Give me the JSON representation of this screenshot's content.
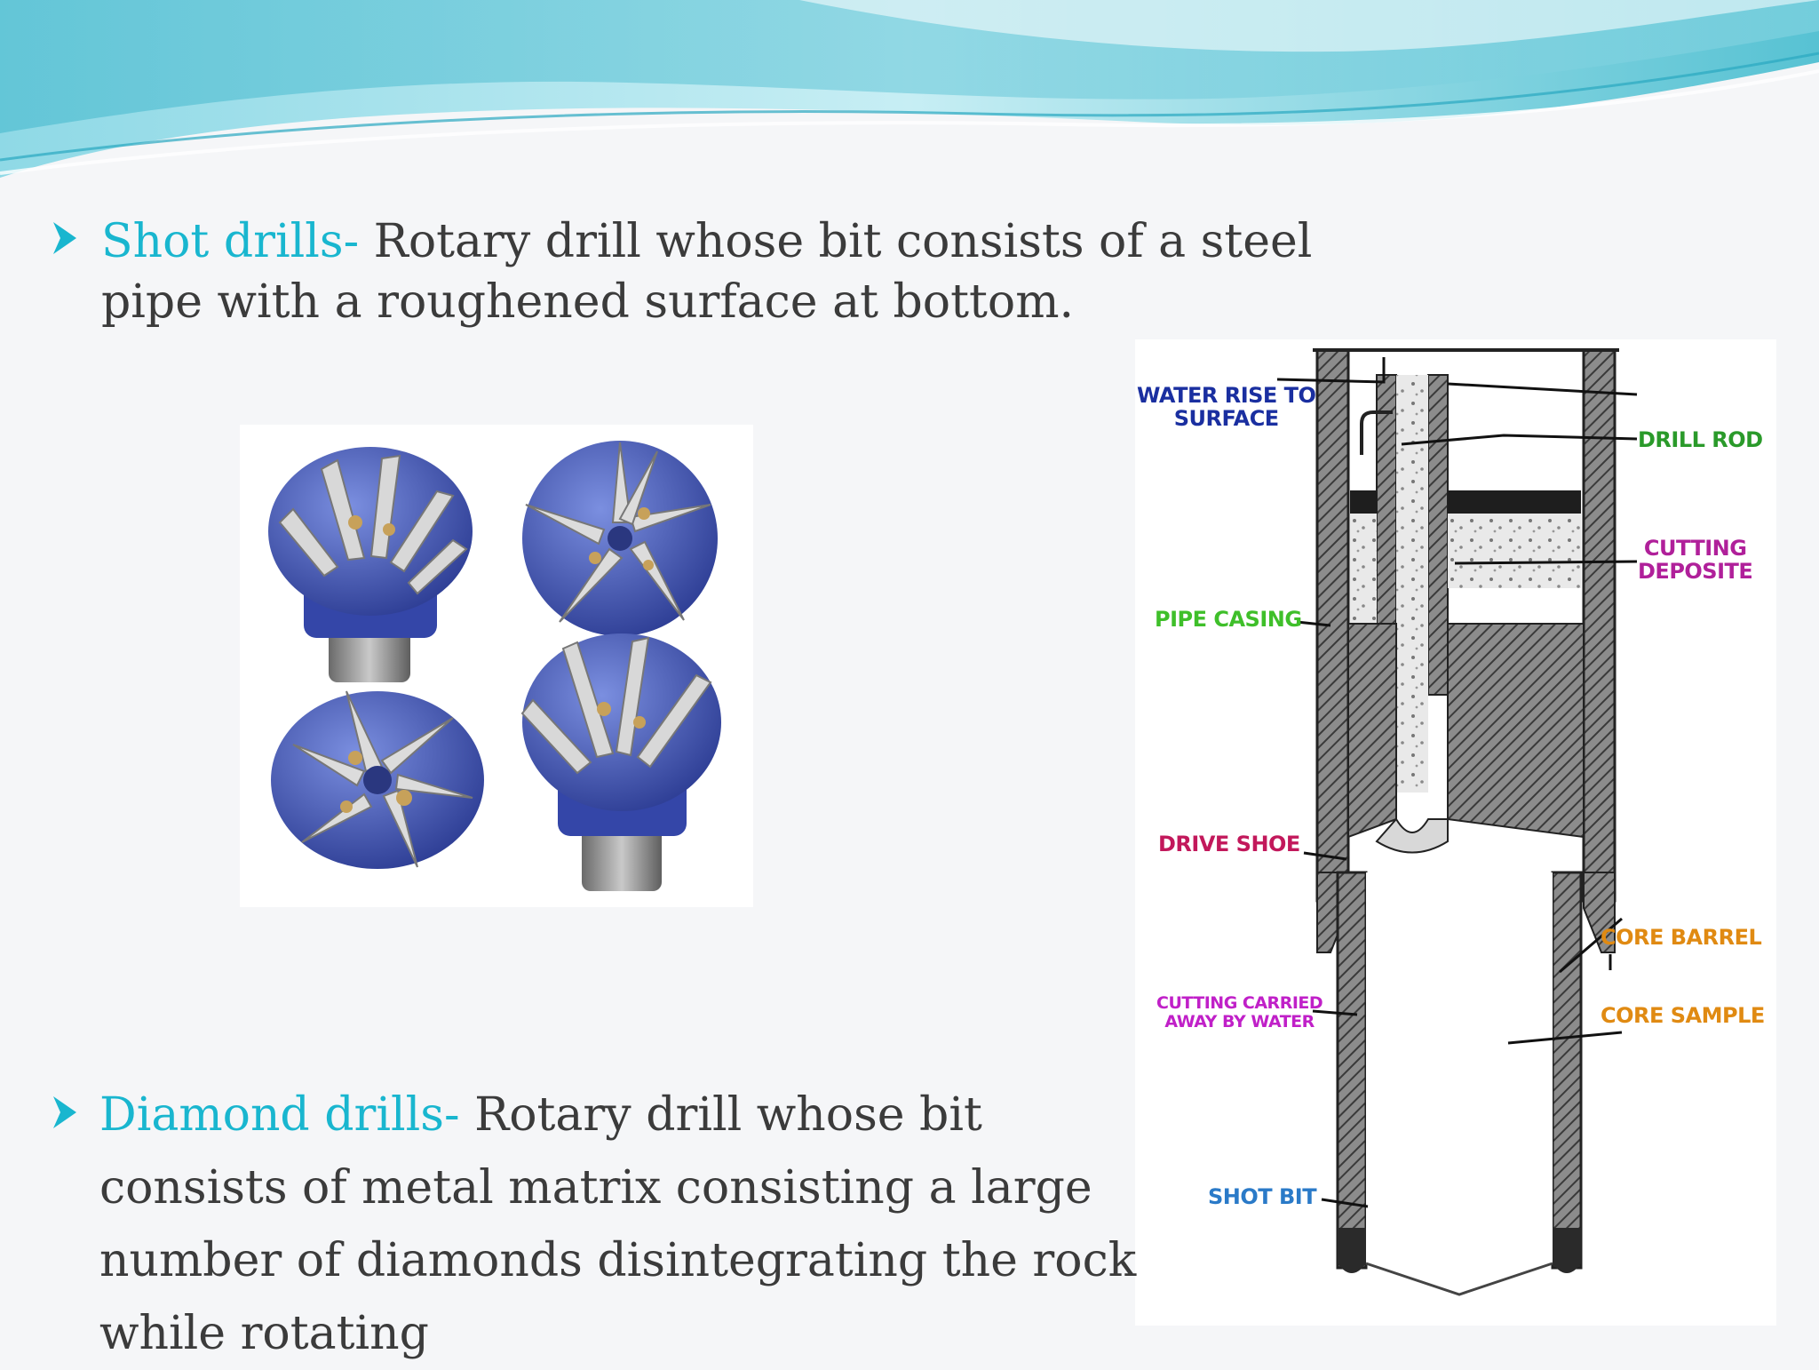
{
  "slide": {
    "colors": {
      "accent_teal": "#19b6cf",
      "body_text": "#3b3b3b",
      "wave_light": "#bfe9f0",
      "wave_dark": "#45bccf"
    },
    "bullets": [
      {
        "term": "Shot drills-",
        "text": " Rotary drill whose bit consists of a steel pipe with a roughened surface at bottom."
      },
      {
        "term": "Diamond drills-",
        "text": " Rotary drill whose bit consists of metal matrix consisting a large number of diamonds disintegrating the rock while rotating"
      }
    ],
    "icons": {
      "bullet": "arrow-bullet-icon"
    }
  },
  "diagram": {
    "labels": {
      "water_rise": {
        "text": "WATER RISE TO\nSURFACE",
        "color": "#1a2fa0"
      },
      "drill_rod": {
        "text": "DRILL ROD",
        "color": "#2a9a2a"
      },
      "cutting_deposite": {
        "text": "CUTTING\nDEPOSITE",
        "color": "#b0209a"
      },
      "pipe_casing": {
        "text": "PIPE CASING",
        "color": "#3fbf2a"
      },
      "drive_shoe": {
        "text": "DRIVE SHOE",
        "color": "#c2185b"
      },
      "core_barrel": {
        "text": "CORE BARREL",
        "color": "#e08a12"
      },
      "cutting_carried": {
        "text": "CUTTING CARRIED\nAWAY BY WATER",
        "color": "#c020c8"
      },
      "core_sample": {
        "text": "CORE SAMPLE",
        "color": "#e08a12"
      },
      "shot_bit": {
        "text": "SHOT BIT",
        "color": "#2a7ac8"
      }
    }
  }
}
